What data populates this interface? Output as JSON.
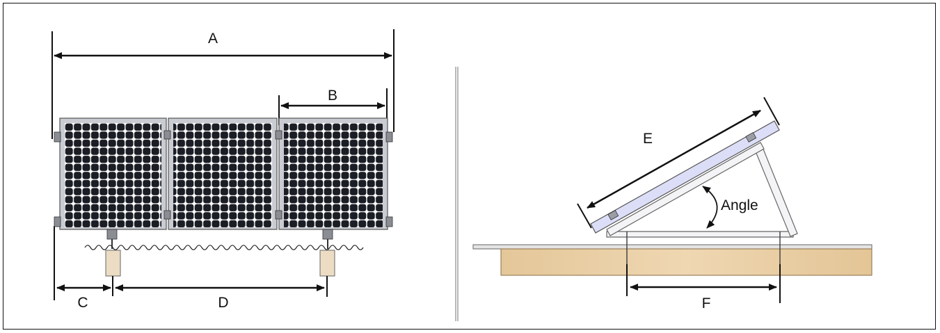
{
  "labels": {
    "a": "A",
    "b": "B",
    "c": "C",
    "d": "D",
    "e": "E",
    "f": "F",
    "angle": "Angle"
  },
  "colors": {
    "panel_cell": "#1b1d24",
    "panel_frame": "#c9ccd2",
    "wood": "#e9cfa6",
    "ballast": "#ecdcc3",
    "line": "#111111"
  }
}
